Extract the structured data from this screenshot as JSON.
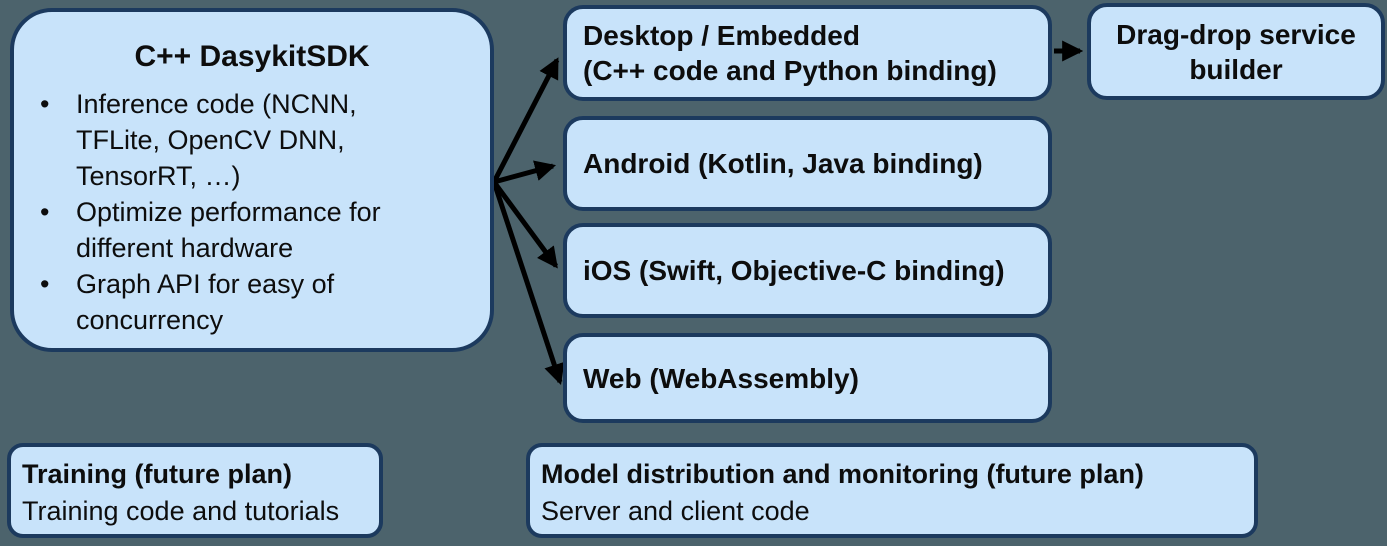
{
  "colors": {
    "background": "#4c636c",
    "box_fill": "#c8e3fa",
    "box_border": "#1c3a5e",
    "text": "#0d0d0d",
    "arrow": "#000000"
  },
  "sdk_box": {
    "title": "C++ DasykitSDK",
    "bullet_char": "•",
    "bullets": [
      "Inference code (NCNN,\nTFLite, OpenCV DNN,\nTensorRT, …)",
      "Optimize performance for\ndifferent hardware",
      "Graph API for easy of\nconcurrency"
    ]
  },
  "platforms": [
    {
      "label": "Desktop / Embedded\n(C++ code and Python binding)"
    },
    {
      "label": "Android (Kotlin, Java binding)"
    },
    {
      "label": "iOS (Swift, Objective-C binding)"
    },
    {
      "label": "Web (WebAssembly)"
    }
  ],
  "builder_box": {
    "label": "Drag-drop service\nbuilder"
  },
  "future_boxes": [
    {
      "title": "Training (future plan)",
      "subtitle": "Training code and tutorials"
    },
    {
      "title": "Model distribution and monitoring (future plan)",
      "subtitle": "Server and client code"
    }
  ]
}
